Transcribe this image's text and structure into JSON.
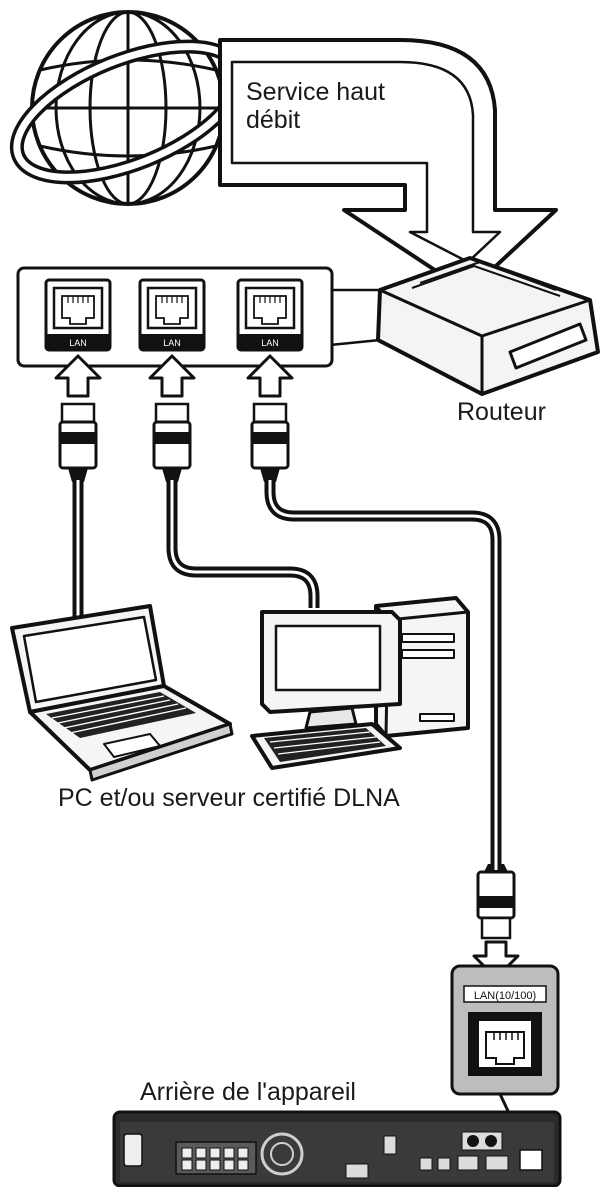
{
  "labels": {
    "service_line1": "Service haut",
    "service_line2": "débit",
    "router": "Routeur",
    "pc_server": "PC et/ou serveur certifié DLNA",
    "rear_device": "Arrière de l'appareil"
  },
  "port_labels": {
    "lan": "LAN",
    "lan_device": "LAN(10/100)"
  },
  "colors": {
    "line": "#111111",
    "fill_light": "#f2f2f2",
    "fill_gray": "#bdbdbd",
    "device_body": "#2b2b2b"
  }
}
